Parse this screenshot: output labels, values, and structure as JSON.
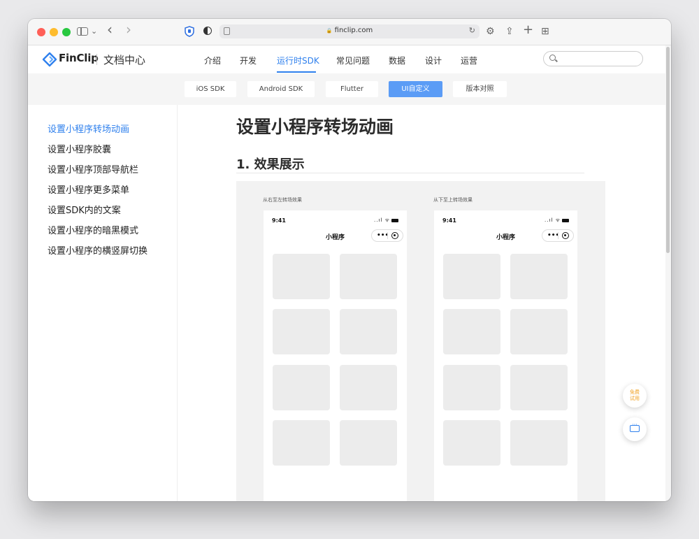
{
  "browser": {
    "url": "finclip.com",
    "lock_glyph": "🔒",
    "back_glyph": "‹",
    "forward_glyph": "›",
    "chevron_glyph": "⌄",
    "reload_glyph": "↻",
    "settings_glyph": "⚙",
    "share_glyph": "⇪",
    "plus_glyph": "+",
    "tabs_glyph": "⊞"
  },
  "site": {
    "logo_text": "FinClip",
    "logo_sub": "文档中心",
    "brand_color": "#2f80ed",
    "nav": [
      {
        "label": "介绍"
      },
      {
        "label": "开发"
      },
      {
        "label": "运行时SDK",
        "active": true
      },
      {
        "label": "常见问题"
      },
      {
        "label": "数据"
      },
      {
        "label": "设计"
      },
      {
        "label": "运营"
      }
    ],
    "search_placeholder": ""
  },
  "subtabs": [
    {
      "label": "iOS SDK"
    },
    {
      "label": "Android SDK"
    },
    {
      "label": "Flutter"
    },
    {
      "label": "UI自定义",
      "active": true
    },
    {
      "label": "版本对照"
    }
  ],
  "sidebar": {
    "items": [
      {
        "label": "设置小程序转场动画",
        "active": true
      },
      {
        "label": "设置小程序胶囊"
      },
      {
        "label": "设置小程序顶部导航栏"
      },
      {
        "label": "设置小程序更多菜单"
      },
      {
        "label": "设置SDK内的文案"
      },
      {
        "label": "设置小程序的暗黑模式"
      },
      {
        "label": "设置小程序的横竖屏切换"
      }
    ]
  },
  "content": {
    "title": "设置小程序转场动画",
    "section_title": "1. 效果展示",
    "demos": [
      {
        "caption": "从右至左转场效果",
        "time": "9:41",
        "status": "..ıl ᯤ",
        "app_title": "小程序",
        "more": "•••"
      },
      {
        "caption": "从下至上转场效果",
        "time": "9:41",
        "status": "..ıl ᯤ",
        "app_title": "小程序",
        "more": "•••"
      }
    ]
  },
  "floating": {
    "trial_line1": "免费",
    "trial_line2": "试用",
    "trial_color": "#f0a020"
  }
}
